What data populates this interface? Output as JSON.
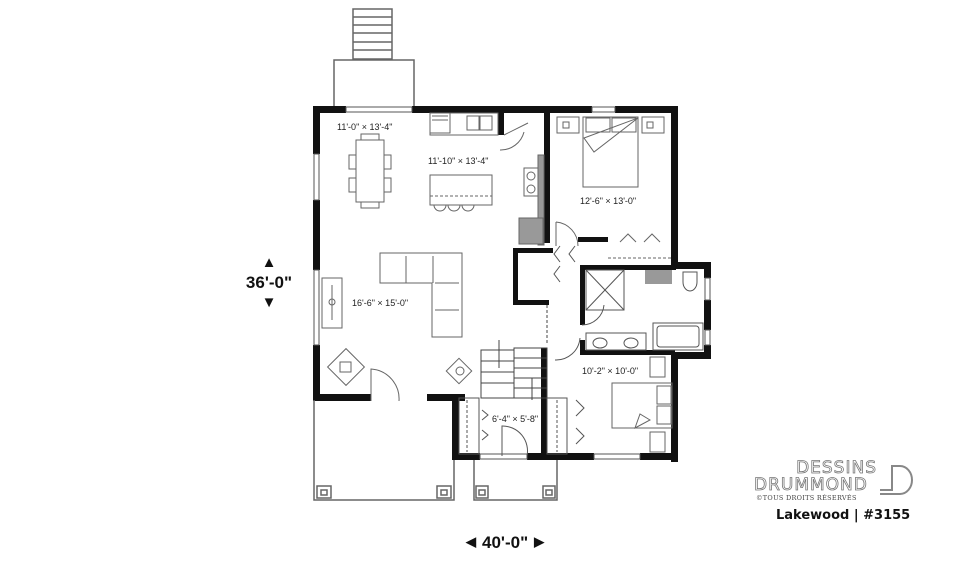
{
  "plan": {
    "name": "Lakewood",
    "number": "#3155",
    "title_line": "Lakewood | #3155"
  },
  "dimensions": {
    "overall_depth": "36'-0\"",
    "overall_width": "40'-0\""
  },
  "rooms": [
    {
      "id": "dining",
      "label": "11'-0\" × 13'-4\""
    },
    {
      "id": "kitchen",
      "label": "11'-10\" × 13'-4\""
    },
    {
      "id": "living",
      "label": "16'-6\" × 15'-0\""
    },
    {
      "id": "master-bedroom",
      "label": "12'-6\" × 13'-0\""
    },
    {
      "id": "bedroom-2",
      "label": "10'-2\" × 10'-0\""
    },
    {
      "id": "entry",
      "label": "6'-4\" × 5'-8\""
    }
  ],
  "brand": {
    "line1": "DESSINS",
    "line2": "DRUMMOND",
    "copyright": "©TOUS DROITS RÉSERVÉS"
  },
  "colors": {
    "wall": "#111111",
    "line": "#555555",
    "fill_gray": "#9a9a9a",
    "background": "#ffffff"
  }
}
